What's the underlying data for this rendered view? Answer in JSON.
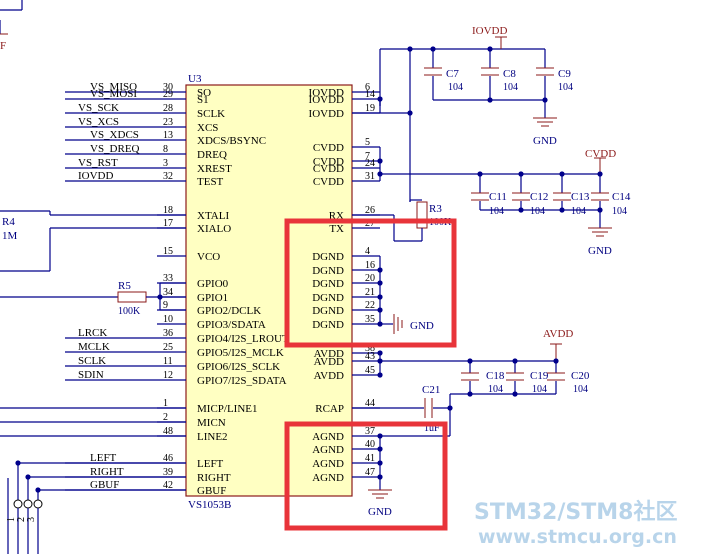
{
  "ic": {
    "ref": "U3",
    "part": "VS1053B",
    "left_pins": [
      {
        "num": "30",
        "name": "SO",
        "net": "VS_MISO"
      },
      {
        "num": "29",
        "name": "S1",
        "net": "VS_MOSI"
      },
      {
        "num": "28",
        "name": "SCLK",
        "net": "VS_SCK"
      },
      {
        "num": "23",
        "name": "XCS",
        "net": "VS_XCS"
      },
      {
        "num": "13",
        "name": "XDCS/BSYNC",
        "net": "VS_XDCS"
      },
      {
        "num": "8",
        "name": "DREQ",
        "net": "VS_DREQ"
      },
      {
        "num": "3",
        "name": "XREST",
        "net": "VS_RST"
      },
      {
        "num": "32",
        "name": "TEST",
        "net": "IOVDD"
      },
      {
        "num": "18",
        "name": "XTALI",
        "net": ""
      },
      {
        "num": "17",
        "name": "XIALO",
        "net": ""
      },
      {
        "num": "15",
        "name": "VCO",
        "net": ""
      },
      {
        "num": "33",
        "name": "GPIO0",
        "net": ""
      },
      {
        "num": "34",
        "name": "GPIO1",
        "net": ""
      },
      {
        "num": "9",
        "name": "GPIO2/DCLK",
        "net": ""
      },
      {
        "num": "10",
        "name": "GPIO3/SDATA",
        "net": ""
      },
      {
        "num": "36",
        "name": "GPIO4/I2S_LROUT",
        "net": "LRCK"
      },
      {
        "num": "25",
        "name": "GPIO5/I2S_MCLK",
        "net": "MCLK"
      },
      {
        "num": "11",
        "name": "GPIO6/I2S_SCLK",
        "net": "SCLK"
      },
      {
        "num": "12",
        "name": "GPIO7/I2S_SDATA",
        "net": "SDIN"
      },
      {
        "num": "1",
        "name": "MICP/LINE1",
        "net": ""
      },
      {
        "num": "2",
        "name": "MICN",
        "net": ""
      },
      {
        "num": "48",
        "name": "LINE2",
        "net": ""
      },
      {
        "num": "46",
        "name": "LEFT",
        "net": "LEFT"
      },
      {
        "num": "39",
        "name": "RIGHT",
        "net": "RIGHT"
      },
      {
        "num": "42",
        "name": "GBUF",
        "net": "GBUF"
      }
    ],
    "right_pins": [
      {
        "num": "6",
        "name": "IOVDD"
      },
      {
        "num": "14",
        "name": "IOVDD"
      },
      {
        "num": "19",
        "name": "IOVDD"
      },
      {
        "num": "5",
        "name": "CVDD"
      },
      {
        "num": "7",
        "name": "CVDD"
      },
      {
        "num": "24",
        "name": "CVDD"
      },
      {
        "num": "31",
        "name": "CVDD"
      },
      {
        "num": "26",
        "name": "RX"
      },
      {
        "num": "27",
        "name": "TX"
      },
      {
        "num": "4",
        "name": "DGND"
      },
      {
        "num": "16",
        "name": "DGND"
      },
      {
        "num": "20",
        "name": "DGND"
      },
      {
        "num": "21",
        "name": "DGND"
      },
      {
        "num": "22",
        "name": "DGND"
      },
      {
        "num": "35",
        "name": "DGND"
      },
      {
        "num": "38",
        "name": "AVDD"
      },
      {
        "num": "43",
        "name": "AVDD"
      },
      {
        "num": "45",
        "name": "AVDD"
      },
      {
        "num": "44",
        "name": "RCAP"
      },
      {
        "num": "37",
        "name": "AGND"
      },
      {
        "num": "40",
        "name": "AGND"
      },
      {
        "num": "41",
        "name": "AGND"
      },
      {
        "num": "47",
        "name": "AGND"
      }
    ]
  },
  "power": {
    "iovdd": "IOVDD",
    "cvdd": "CVDD",
    "avdd": "AVDD",
    "gnd_top": "GND",
    "gnd_dgnd": "GND",
    "gnd_agnd": "GND",
    "gnd_cvdd": "GND"
  },
  "caps": {
    "c7": {
      "ref": "C7",
      "val": "104"
    },
    "c8": {
      "ref": "C8",
      "val": "104"
    },
    "c9": {
      "ref": "C9",
      "val": "104"
    },
    "c11": {
      "ref": "C11",
      "val": "104"
    },
    "c12": {
      "ref": "C12",
      "val": "104"
    },
    "c13": {
      "ref": "C13",
      "val": "104"
    },
    "c14": {
      "ref": "C14",
      "val": "104"
    },
    "c18": {
      "ref": "C18",
      "val": "104"
    },
    "c19": {
      "ref": "C19",
      "val": "104"
    },
    "c20": {
      "ref": "C20",
      "val": "104"
    },
    "c21": {
      "ref": "C21",
      "val": "1uF"
    }
  },
  "resistors": {
    "r3": {
      "ref": "R3",
      "val": "100K"
    },
    "r4": {
      "ref": "R4",
      "val": "1M"
    },
    "r5": {
      "ref": "R5",
      "val": "100K"
    }
  },
  "misc": {
    "left_edge_unit": "F",
    "conn_pin_1": "1",
    "conn_pin_2": "2",
    "conn_pin_3": "3"
  },
  "watermark": {
    "line1": "STM32/STM8社区",
    "line2": "www.stmcu.org.cn"
  },
  "highlight_color": "#e8343a"
}
